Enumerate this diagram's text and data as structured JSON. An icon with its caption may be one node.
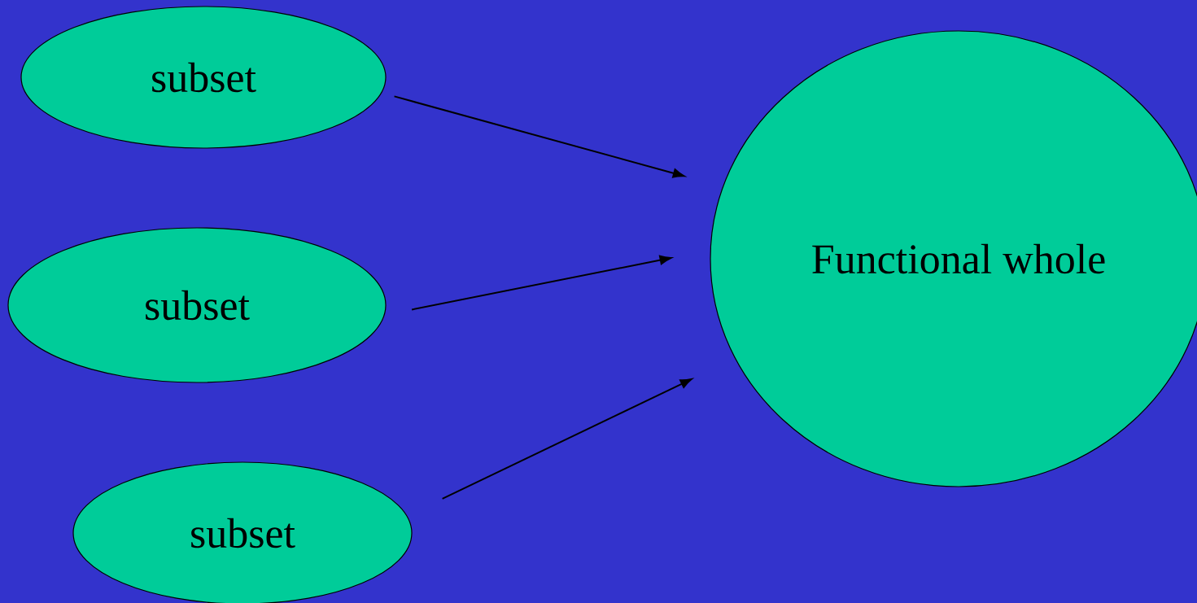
{
  "diagram": {
    "nodes": [
      {
        "text": [
          "subset"
        ]
      },
      {
        "text": [
          "subset"
        ]
      },
      {
        "text": [
          "subset"
        ]
      },
      {
        "text": [
          "Functional whole"
        ]
      }
    ],
    "edges": [
      {
        "from": 0,
        "to": 3,
        "arrow": "to"
      },
      {
        "from": 1,
        "to": 3,
        "arrow": "to"
      },
      {
        "from": 2,
        "to": 3,
        "arrow": "to"
      }
    ]
  }
}
